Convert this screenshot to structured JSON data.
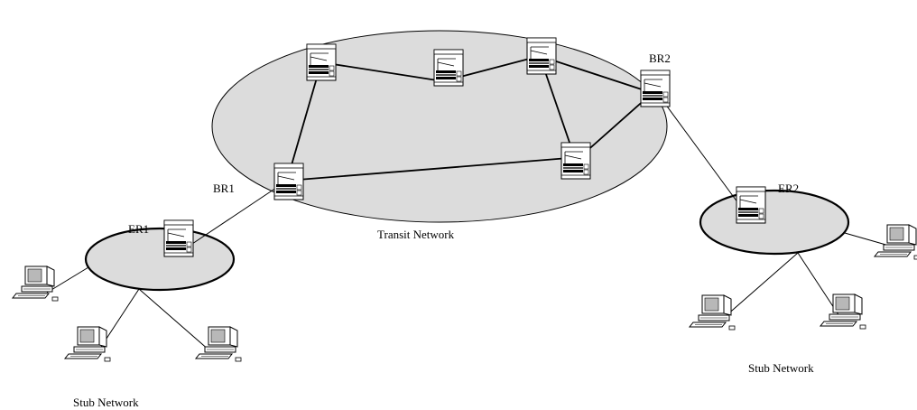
{
  "labels": {
    "br1": "BR1",
    "br2": "BR2",
    "er1": "ER1",
    "er2": "ER2",
    "transit": "Transit Network",
    "stub_left": "Stub Network",
    "stub_right": "Stub Network"
  },
  "colors": {
    "cloud_fill": "#dcdcdc",
    "stroke": "#000000",
    "router_body": "#ffffff",
    "screen": "#b8b8b8"
  }
}
